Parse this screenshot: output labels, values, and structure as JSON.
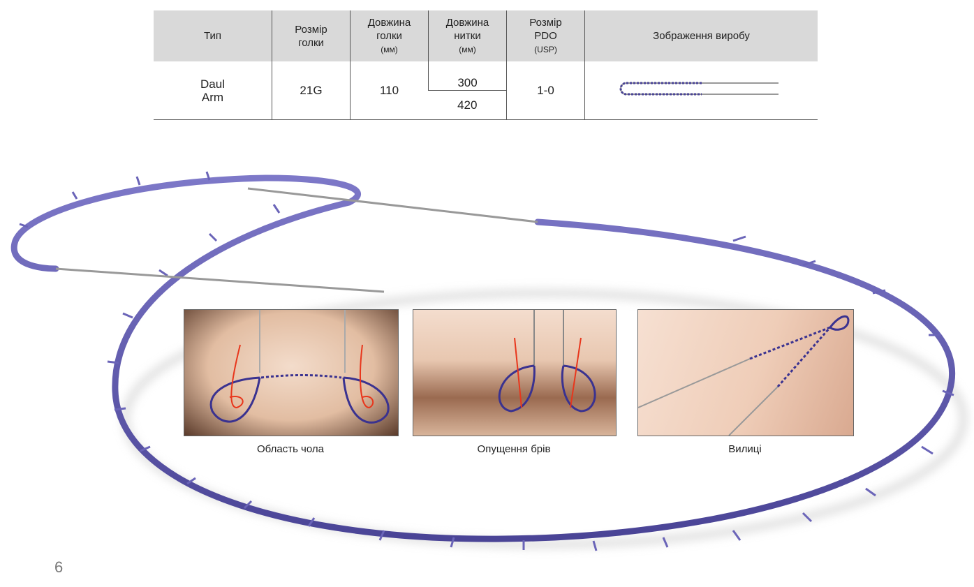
{
  "table": {
    "headers": [
      {
        "line1": "Тип",
        "line2": "",
        "unit": ""
      },
      {
        "line1": "Розмір",
        "line2": "голки",
        "unit": ""
      },
      {
        "line1": "Довжина",
        "line2": "голки",
        "unit": "(мм)"
      },
      {
        "line1": "Довжина",
        "line2": "нитки",
        "unit": "(мм)"
      },
      {
        "line1": "Розмір",
        "line2": "PDO",
        "unit": "(USP)"
      },
      {
        "line1": "Зображення виробу",
        "line2": "",
        "unit": ""
      }
    ],
    "row": {
      "type_line1": "Daul",
      "type_line2": "Arm",
      "needle_size": "21G",
      "needle_length": "110",
      "thread_lengths": [
        "300",
        "420"
      ],
      "pdo_size": "1-0"
    }
  },
  "photos": [
    {
      "caption": "Область чола"
    },
    {
      "caption": "Опущення брів"
    },
    {
      "caption": "Вилиці"
    }
  ],
  "colors": {
    "thread": "#5a55a8",
    "arrow": "#e8361c",
    "header_bg": "#d9d9d9"
  },
  "page_number": "6"
}
